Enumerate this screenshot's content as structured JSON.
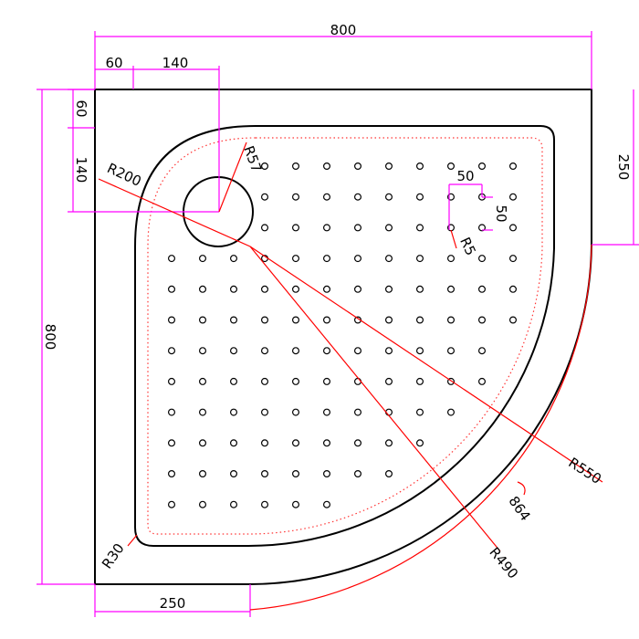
{
  "drawing": {
    "dimensions": {
      "overall_width": "800",
      "overall_height": "800",
      "top_offset_60": "60",
      "top_offset_140": "140",
      "left_offset_60": "60",
      "left_offset_140": "140",
      "right_250": "250",
      "bottom_250": "250"
    },
    "radii": {
      "r200": "R200",
      "r57": "R57",
      "r5": "R5",
      "r550": "R550",
      "r490": "R490",
      "r30": "R30"
    },
    "hole_spacing": {
      "horizontal": "50",
      "vertical": "50"
    },
    "arc_length": "864"
  },
  "colors": {
    "outline": "#000000",
    "dimension": "#ff00ff",
    "radius_line": "#ff0000",
    "arc_length": "#ff0000",
    "dotted": "#ff3333"
  }
}
